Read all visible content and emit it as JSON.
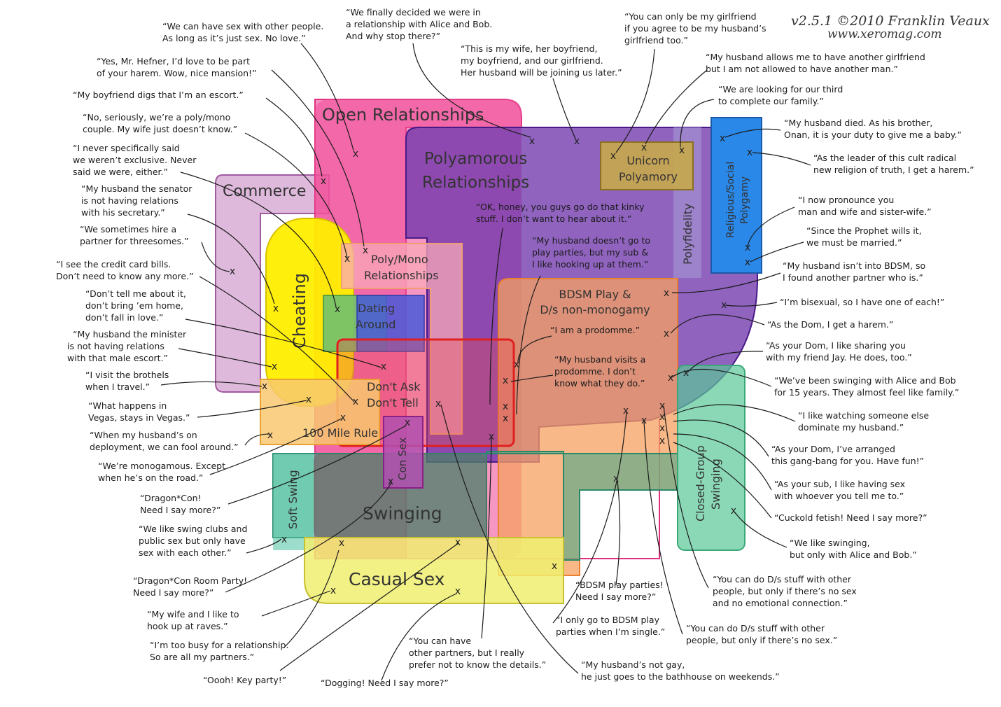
{
  "version": "v2.5.1 ©2010 Franklin Veaux",
  "site": "www.xeromag.com",
  "regions": {
    "open": "Open Relationships",
    "poly": [
      "Polyamorous",
      "Relationships"
    ],
    "unicorn": [
      "Unicorn",
      "Polyamory"
    ],
    "religious": [
      "Religious/Social",
      "Polygamy"
    ],
    "polyfidelity": "Polyfidelity",
    "commerce": "Commerce",
    "cheating": "Cheating",
    "polymono": [
      "Poly/Mono",
      "Relationships"
    ],
    "dating": [
      "Dating",
      "Around"
    ],
    "bdsm": [
      "BDSM Play &",
      "D/s non-monogamy"
    ],
    "dadt": [
      "Don't Ask",
      "Don't Tell"
    ],
    "hundred": "100 Mile Rule",
    "consex": "Con Sex",
    "softswing": "Soft Swing",
    "swinging": "Swinging",
    "closed": [
      "Closed-Group",
      "Swinging"
    ],
    "casual": "Casual Sex"
  },
  "quotes": {
    "q1": [
      "“We can have sex with other people.",
      "As long as it’s just sex. No love.”"
    ],
    "q2": [
      "“We finally decided we were in",
      "a relationship with Alice and Bob.",
      "And why stop there?”"
    ],
    "q3": [
      "“This is my wife, her boyfriend,",
      "my boyfriend, and our girlfriend.",
      "Her husband will be joining us later.”"
    ],
    "q4": [
      "“You can only be my girlfriend",
      "if you agree to be my husband’s",
      "girlfriend too.”"
    ],
    "q5": [
      "“My husband allows me to have another girlfriend",
      "but I am not allowed to have another man.”"
    ],
    "q6": [
      "“We are looking for our third",
      "to complete our family.”"
    ],
    "q7": [
      "“My husband died. As his brother,",
      "Onan, it is your duty to give me a baby.”"
    ],
    "q8": [
      "“As the leader of this cult radical",
      "new religion of truth, I get a harem.”"
    ],
    "q9": [
      "“I now pronounce you",
      "man and wife and sister-wife.”"
    ],
    "q10": [
      "“Since the Prophet wills it,",
      "we must be married.”"
    ],
    "q11": [
      "“My husband isn’t into BDSM, so",
      "I found another partner who is.”"
    ],
    "q12": [
      "“I’m bisexual, so I have one of each!”"
    ],
    "q13": [
      "“As the Dom, I get a harem.”"
    ],
    "q14": [
      "“As your Dom, I like sharing you",
      "with my friend Jay. He does, too.”"
    ],
    "q15": [
      "“We’ve been swinging with Alice and Bob",
      "for 15 years. They almost feel like family.”"
    ],
    "q16": [
      "“I like watching someone else",
      "dominate my husband.”"
    ],
    "q17": [
      "“As your Dom, I’ve arranged",
      "this gang-bang for you. Have fun!”"
    ],
    "q18": [
      "“As your sub, I like having sex",
      "with whoever you tell me to.”"
    ],
    "q19": [
      "“Cuckold fetish! Need I say more?”"
    ],
    "q20": [
      "“We like swinging,",
      "but only with Alice and Bob.”"
    ],
    "q21": [
      "“You can do D/s stuff with other",
      "people, but only if there’s no sex",
      "and no emotional connection.”"
    ],
    "q22": [
      "“You can do D/s stuff with other",
      "people, but only if there’s no sex.”"
    ],
    "q23": [
      "“My husband’s not gay,",
      "he just goes to the bathhouse on weekends.”"
    ],
    "q24": [
      "“BDSM play parties!",
      "Need I say more?”"
    ],
    "q25": [
      "“I only go to BDSM play",
      "parties when I’m single.”"
    ],
    "q26": [
      "“You can have",
      "other partners, but I really",
      "prefer not to know the details.”"
    ],
    "q27": [
      "“Dogging! Need I say more?”"
    ],
    "q28": [
      "“Oooh! Key party!”"
    ],
    "q29": [
      "“I’m too busy for a relationship.",
      "So are all my partners.”"
    ],
    "q30": [
      "“My wife and I like to",
      "hook up at raves.”"
    ],
    "q31": [
      "“Dragon*Con Room Party!",
      "Need I say more?”"
    ],
    "q32": [
      "“We like swing clubs and",
      "public sex but only have",
      "sex with each other.”"
    ],
    "q33": [
      "“Dragon*Con!",
      "Need I say more?”"
    ],
    "q34": [
      "“We’re monogamous. Except",
      "when he’s on the road.”"
    ],
    "q35": [
      "“When my husband’s on",
      "deployment, we can fool around.”"
    ],
    "q36": [
      "“What happens in",
      "Vegas, stays in Vegas.”"
    ],
    "q37": [
      "“I visit the brothels",
      "when I travel.”"
    ],
    "q38": [
      "“My husband the minister",
      "is not having relations",
      "with that male escort.”"
    ],
    "q39": [
      "“Don’t tell me about it,",
      "don’t bring ’em home,",
      "don’t fall in love.”"
    ],
    "q40": [
      "“I see the credit card bills.",
      "Don’t need to know any more.”"
    ],
    "q41": [
      "“We sometimes hire a",
      "partner for threesomes.”"
    ],
    "q42": [
      "“My husband the senator",
      "is not having relations",
      "with his secretary.”"
    ],
    "q43": [
      "“I never specifically said",
      "we weren’t exclusive. Never",
      "said we were, either.”"
    ],
    "q44": [
      "“No, seriously, we’re a poly/mono",
      "couple. My wife just doesn’t know.”"
    ],
    "q45": [
      "“My boyfriend digs that I’m an escort.”"
    ],
    "q46": [
      "“Yes, Mr. Hefner, I’d love to be part",
      "of your harem. Wow, nice mansion!”"
    ],
    "q47": [
      "“OK, honey, you guys go do that kinky",
      "stuff. I don’t want to hear about it.”"
    ],
    "q48": [
      "“My husband doesn’t go to",
      "play parties, but my sub &",
      "I like hooking up at them.”"
    ],
    "q49": [
      "“I am a prodomme.”"
    ],
    "q50": [
      "“My husband visits a",
      "prodomme. I don’t",
      "know what they do.”"
    ]
  },
  "mark": "x"
}
